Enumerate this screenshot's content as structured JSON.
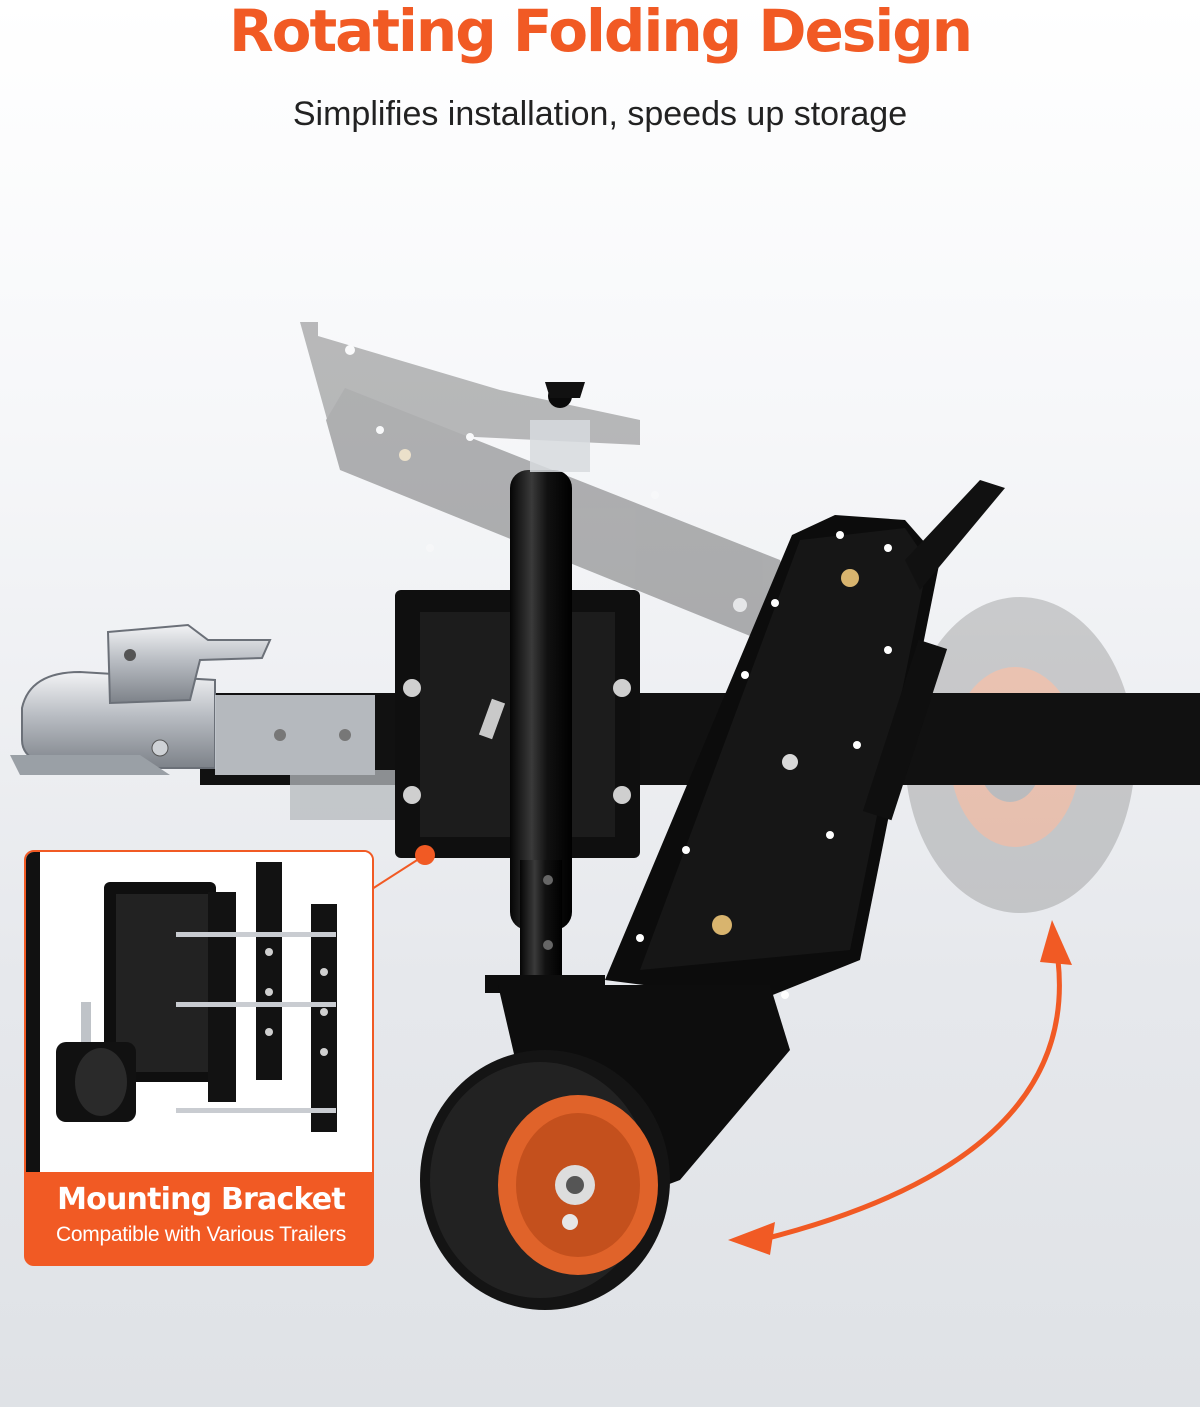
{
  "headline": "Rotating Folding Design",
  "subheadline": "Simplifies installation, speeds up storage",
  "callout": {
    "title": "Mounting Bracket",
    "subtitle": "Compatible with Various Trailers"
  },
  "colors": {
    "accent": "#f15a24",
    "product": "#121212",
    "background": "#eceef1",
    "text": "#222222"
  }
}
